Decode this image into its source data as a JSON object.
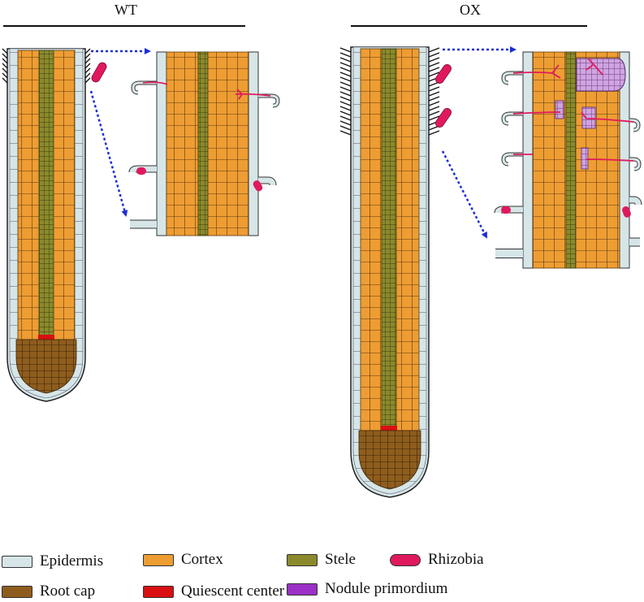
{
  "panels": {
    "left": {
      "title": "WT"
    },
    "right": {
      "title": "OX"
    }
  },
  "colors": {
    "epidermis": "#d6e6e8",
    "cortex": "#ee9d33",
    "stele": "#8a8a2c",
    "rhizobia": "#e0195f",
    "root_cap": "#8e5d1d",
    "quiescent_center": "#d90f12",
    "nodule_primordium": "#cfa4e0",
    "arrow": "#1b2fd6"
  },
  "legend": [
    {
      "key": "epidermis",
      "label": "Epidermis",
      "color": "#d6e6e8"
    },
    {
      "key": "cortex",
      "label": "Cortex",
      "color": "#ee9d33"
    },
    {
      "key": "stele",
      "label": "Stele",
      "color": "#8a8a2c"
    },
    {
      "key": "rhizobia",
      "label": "Rhizobia",
      "color": "#e0195f"
    },
    {
      "key": "root_cap",
      "label": "Root cap",
      "color": "#8e5d1d"
    },
    {
      "key": "quiescent_center",
      "label": "Quiescent center",
      "color": "#d90f12"
    },
    {
      "key": "nodule_primordium",
      "label": "Nodule primordium",
      "color": "#9b2fc6"
    }
  ]
}
